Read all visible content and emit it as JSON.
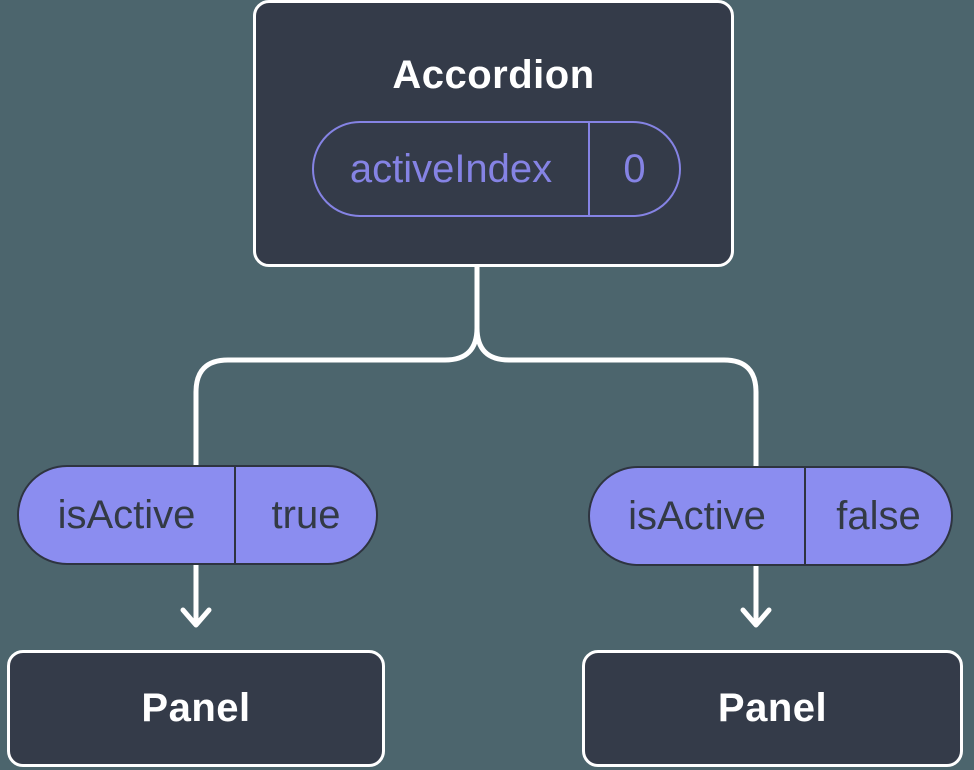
{
  "colors": {
    "background": "#4c656d",
    "node_fill": "#343b49",
    "node_border": "#ffffff",
    "node_text": "#ffffff",
    "state_pill_border": "#8583e4",
    "state_pill_text": "#8583e4",
    "prop_pill_fill": "#8b8df0",
    "prop_pill_border": "#2e3440",
    "prop_pill_text": "#333a45",
    "connector": "#ffffff"
  },
  "tree": {
    "root": {
      "title": "Accordion",
      "state": {
        "name": "activeIndex",
        "value": "0"
      }
    },
    "children": [
      {
        "prop": {
          "name": "isActive",
          "value": "true"
        },
        "label": "Panel"
      },
      {
        "prop": {
          "name": "isActive",
          "value": "false"
        },
        "label": "Panel"
      }
    ]
  }
}
